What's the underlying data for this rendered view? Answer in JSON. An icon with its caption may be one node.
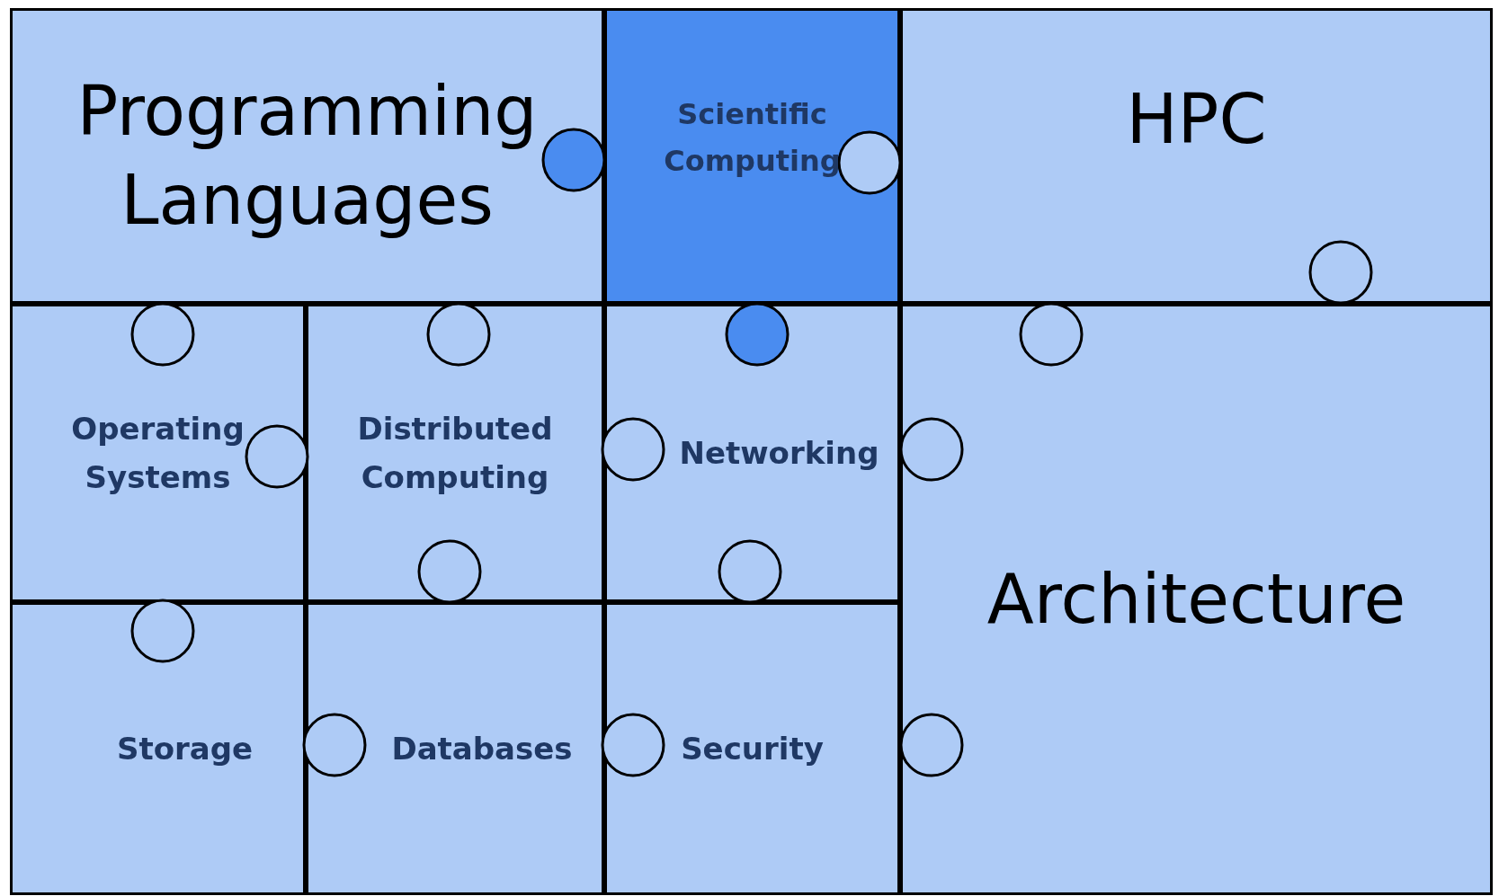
{
  "diagram": {
    "nodes": [
      {
        "text": [
          "Programming Languages"
        ]
      },
      {
        "text": [
          "Scientific Computing"
        ]
      },
      {
        "text": [
          "HPC"
        ]
      },
      {
        "text": [
          "Operating Systems"
        ]
      },
      {
        "text": [
          "Distributed Computing"
        ]
      },
      {
        "text": [
          "Networking"
        ]
      },
      {
        "text": [
          "Architecture"
        ]
      },
      {
        "text": [
          "Storage"
        ]
      },
      {
        "text": [
          "Databases"
        ]
      },
      {
        "text": [
          "Security"
        ]
      }
    ]
  }
}
